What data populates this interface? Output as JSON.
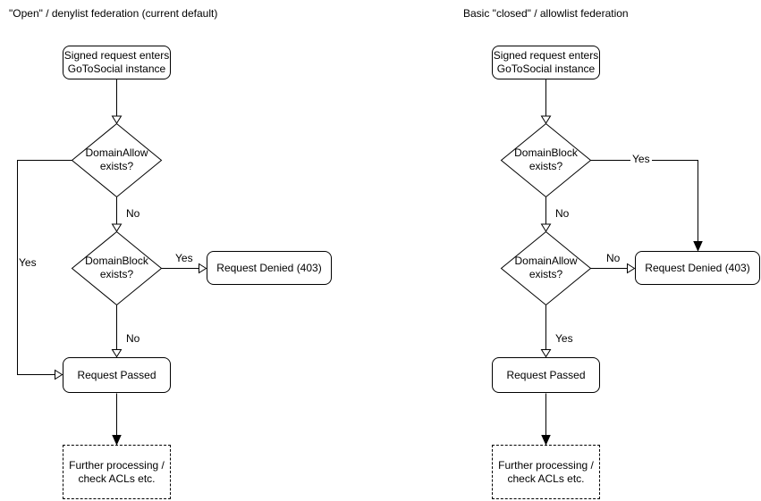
{
  "canvas": {
    "background": "#ffffff",
    "line_color": "#000000",
    "text_color": "#000000"
  },
  "charts": [
    {
      "title": "\"Open\" / denylist federation (current default)",
      "nodes": {
        "start": {
          "label": "Signed request enters\nGoToSocial instance"
        },
        "decision_top": {
          "label": "DomainAllow\nexists?"
        },
        "decision_bottom": {
          "label": "DomainBlock\nexists?"
        },
        "denied": {
          "label": "Request Denied (403)"
        },
        "passed": {
          "label": "Request Passed"
        },
        "further": {
          "label": "Further processing /\ncheck ACLs etc."
        }
      },
      "edges": {
        "top_no": "No",
        "denied_branch": "Yes",
        "bottom_no": "No",
        "loop_yes": "Yes"
      }
    },
    {
      "title": "Basic \"closed\" / allowlist federation",
      "nodes": {
        "start": {
          "label": "Signed request enters\nGoToSocial instance"
        },
        "decision_top": {
          "label": "DomainBlock\nexists?"
        },
        "decision_bottom": {
          "label": "DomainAllow\nexists?"
        },
        "denied": {
          "label": "Request Denied (403)"
        },
        "passed": {
          "label": "Request Passed"
        },
        "further": {
          "label": "Further processing /\ncheck ACLs etc."
        }
      },
      "edges": {
        "top_yes": "Yes",
        "top_no": "No",
        "denied_branch": "No",
        "bottom_yes": "Yes"
      }
    }
  ]
}
